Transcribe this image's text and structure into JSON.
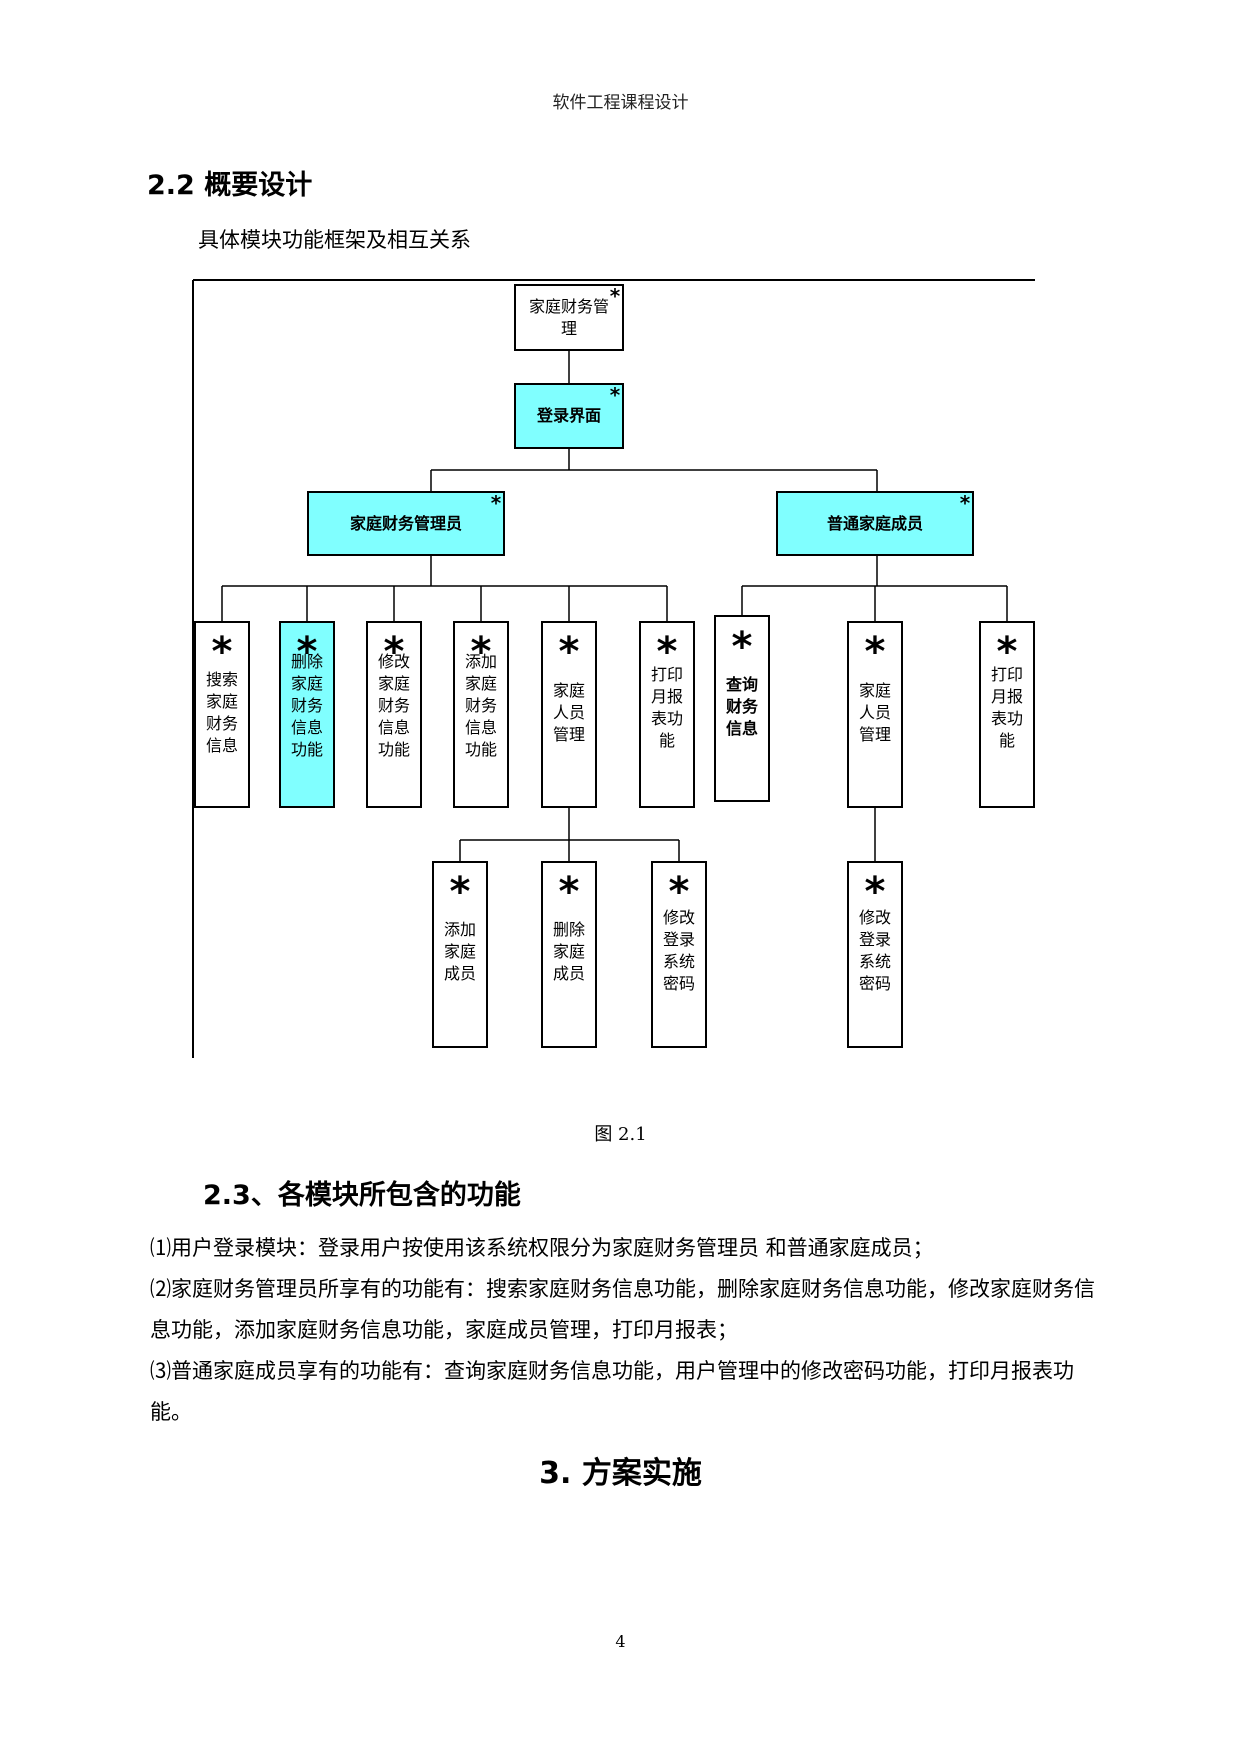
{
  "header": {
    "title": "软件工程课程设计"
  },
  "section_2_2": {
    "heading": "2.2 概要设计",
    "subtitle": "具体模块功能框架及相互关系"
  },
  "diagram": {
    "star": "*",
    "root": [
      "家庭财务管",
      "理"
    ],
    "login": [
      "登录界面"
    ],
    "admin": [
      "家庭财务管理员"
    ],
    "member": [
      "普通家庭成员"
    ],
    "admin_children": [
      [
        "搜索",
        "家庭",
        "财务",
        "信息"
      ],
      [
        "删除",
        "家庭",
        "财务",
        "信息",
        "功能"
      ],
      [
        "修改",
        "家庭",
        "财务",
        "信息",
        "功能"
      ],
      [
        "添加",
        "家庭",
        "财务",
        "信息",
        "功能"
      ],
      [
        "家庭",
        "人员",
        "管理"
      ],
      [
        "打印",
        "月报",
        "表功",
        "能"
      ]
    ],
    "member_children": [
      [
        "查询",
        "财务",
        "信息"
      ],
      [
        "家庭",
        "人员",
        "管理"
      ],
      [
        "打印",
        "月报",
        "表功",
        "能"
      ]
    ],
    "admin_person_children": [
      [
        "添加",
        "家庭",
        "成员"
      ],
      [
        "删除",
        "家庭",
        "成员"
      ],
      [
        "修改",
        "登录",
        "系统",
        "密码"
      ]
    ],
    "member_person_children": [
      [
        "修改",
        "登录",
        "系统",
        "密码"
      ]
    ],
    "highlight_color": "#80ffff"
  },
  "figure_caption": "图 2.1",
  "section_2_3": {
    "heading": "2.3、各模块所包含的功能",
    "paragraphs": [
      "⑴用户登录模块：登录用户按使用该系统权限分为家庭财务管理员 和普通家庭成员；",
      "⑵家庭财务管理员所享有的功能有：搜索家庭财务信息功能，删除家庭财务信息功能，修改家庭财务信息功能，添加家庭财务信息功能，家庭成员管理，打印月报表；",
      "⑶普通家庭成员享有的功能有：查询家庭财务信息功能，用户管理中的修改密码功能，打印月报表功能。"
    ]
  },
  "section_3": {
    "heading": "3. 方案实施"
  },
  "page_number": "4"
}
